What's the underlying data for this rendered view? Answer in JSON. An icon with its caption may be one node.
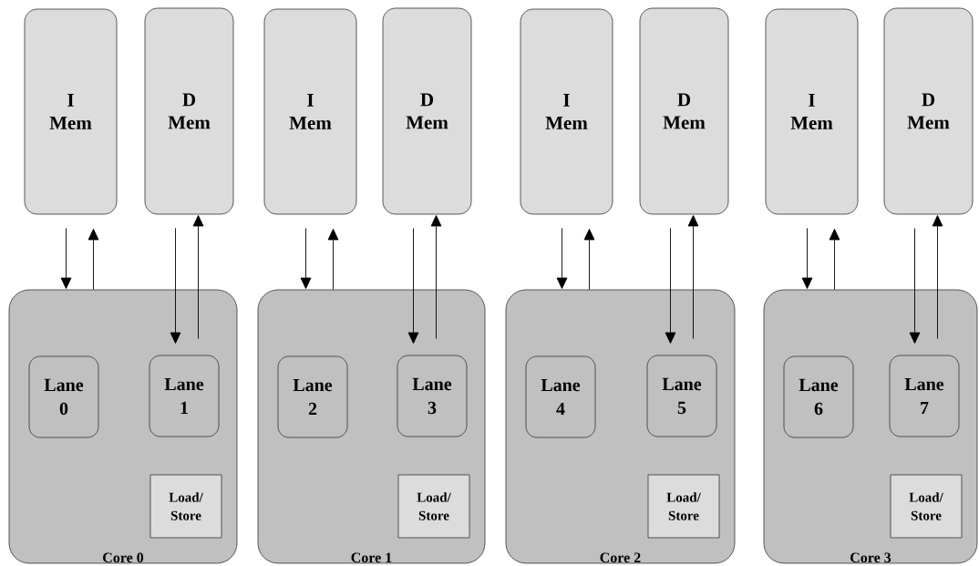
{
  "diagram": {
    "nodes": [
      {
        "text": [
          "I Mem"
        ]
      },
      {
        "text": [
          "D Mem"
        ]
      },
      {
        "text": [
          "Core 0"
        ]
      },
      {
        "text": [
          "Lane 0"
        ],
        "in": 2
      },
      {
        "text": [
          "Lane 1"
        ],
        "in": 2
      },
      {
        "text": [
          "Load/ Store"
        ],
        "in": 2
      },
      {
        "text": [
          "I Mem"
        ]
      },
      {
        "text": [
          "D Mem"
        ]
      },
      {
        "text": [
          "Core 1"
        ]
      },
      {
        "text": [
          "Lane 2"
        ],
        "in": 8
      },
      {
        "text": [
          "Lane 3"
        ],
        "in": 8
      },
      {
        "text": [
          "Load/ Store"
        ],
        "in": 8
      },
      {
        "text": [
          "I Mem"
        ]
      },
      {
        "text": [
          "D Mem"
        ]
      },
      {
        "text": [
          "Core 2"
        ]
      },
      {
        "text": [
          "Lane 4"
        ],
        "in": 14
      },
      {
        "text": [
          "Lane 5"
        ],
        "in": 14
      },
      {
        "text": [
          "Load/ Store"
        ],
        "in": 14
      },
      {
        "text": [
          "I Mem"
        ]
      },
      {
        "text": [
          "D Mem"
        ]
      },
      {
        "text": [
          "Core 3"
        ]
      },
      {
        "text": [
          "Lane 6"
        ],
        "in": 20
      },
      {
        "text": [
          "Lane 7"
        ],
        "in": 20
      },
      {
        "text": [
          "Load/ Store"
        ],
        "in": 20
      }
    ],
    "edges": [
      {
        "from": 0,
        "to": 2,
        "arrow": "to"
      },
      {
        "from": 2,
        "to": 0,
        "arrow": "to"
      },
      {
        "from": 1,
        "to": 4,
        "arrow": "to"
      },
      {
        "from": 4,
        "to": 1,
        "arrow": "to"
      },
      {
        "from": 6,
        "to": 8,
        "arrow": "to"
      },
      {
        "from": 8,
        "to": 6,
        "arrow": "to"
      },
      {
        "from": 7,
        "to": 10,
        "arrow": "to"
      },
      {
        "from": 10,
        "to": 7,
        "arrow": "to"
      },
      {
        "from": 12,
        "to": 14,
        "arrow": "to"
      },
      {
        "from": 14,
        "to": 12,
        "arrow": "to"
      },
      {
        "from": 13,
        "to": 16,
        "arrow": "to"
      },
      {
        "from": 16,
        "to": 13,
        "arrow": "to"
      },
      {
        "from": 18,
        "to": 20,
        "arrow": "to"
      },
      {
        "from": 20,
        "to": 18,
        "arrow": "to"
      },
      {
        "from": 19,
        "to": 22,
        "arrow": "to"
      },
      {
        "from": 22,
        "to": 19,
        "arrow": "to"
      }
    ]
  }
}
